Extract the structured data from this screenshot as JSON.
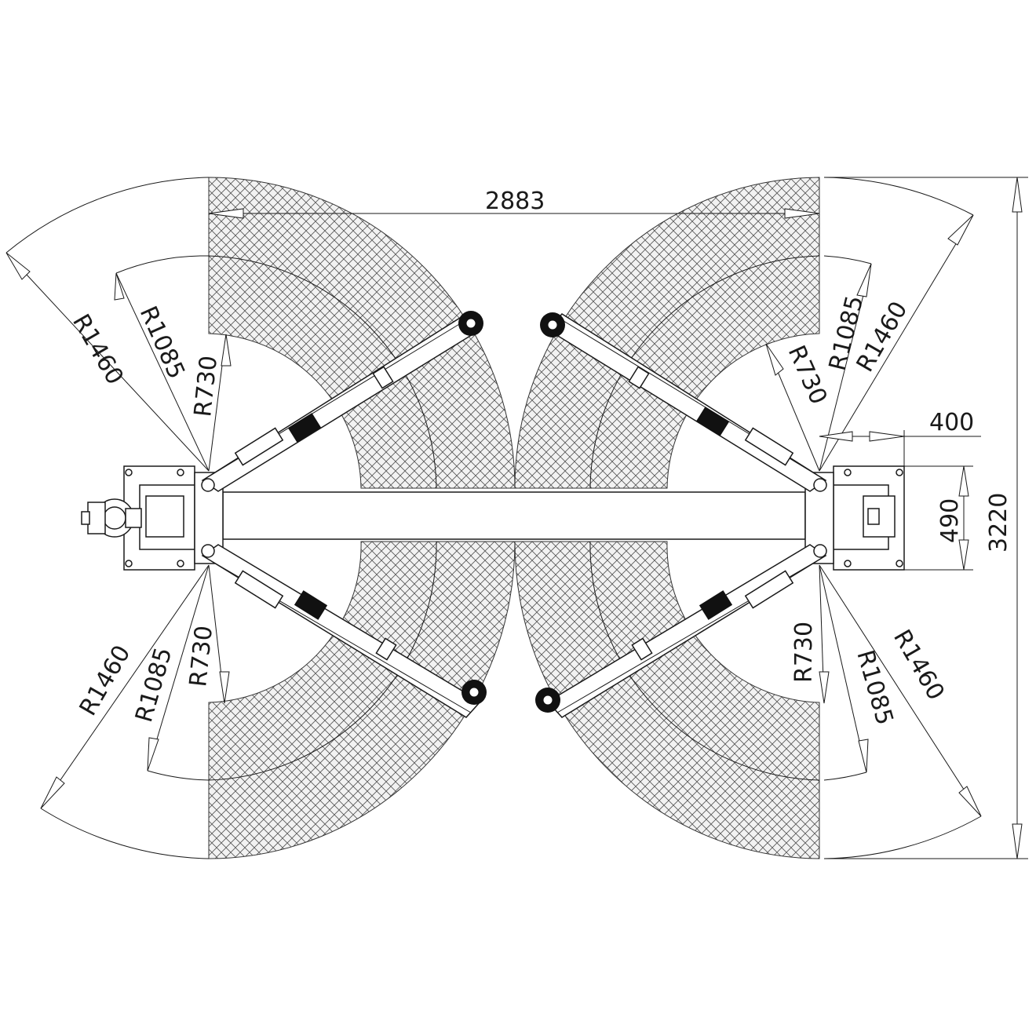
{
  "dimensions": {
    "overall_width": "2883",
    "overall_depth": "3220",
    "column_offset": "400",
    "column_depth": "490"
  },
  "radii": {
    "top_left": [
      "R1460",
      "R1085",
      "R730"
    ],
    "top_right": [
      "R730",
      "R1085",
      "R1460"
    ],
    "bottom_left": [
      "R1460",
      "R1085",
      "R730"
    ],
    "bottom_right": [
      "R730",
      "R1085",
      "R1460"
    ]
  }
}
